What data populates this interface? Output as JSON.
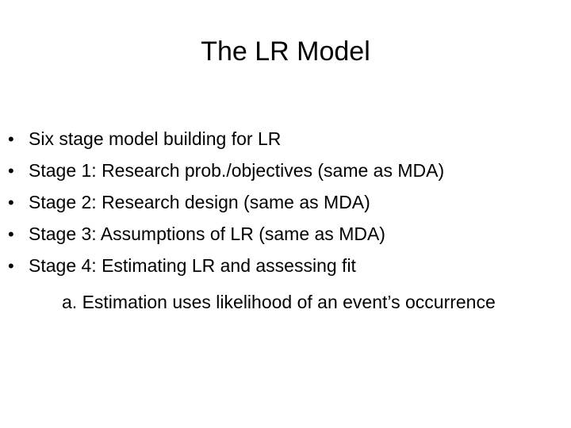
{
  "slide": {
    "title": "The LR Model",
    "background_color": "#ffffff",
    "text_color": "#000000",
    "bullet_glyph": "•",
    "bullets": [
      {
        "text": "Six stage model building for LR"
      },
      {
        "text": "Stage 1: Research prob./objectives (same as MDA)"
      },
      {
        "text": "Stage 2: Research design (same as MDA)"
      },
      {
        "text": "Stage 3: Assumptions of LR (same as MDA)"
      },
      {
        "text": "Stage 4: Estimating LR and assessing fit"
      }
    ],
    "sub_items": [
      {
        "text": "a. Estimation uses likelihood of an event’s occurrence"
      }
    ]
  }
}
